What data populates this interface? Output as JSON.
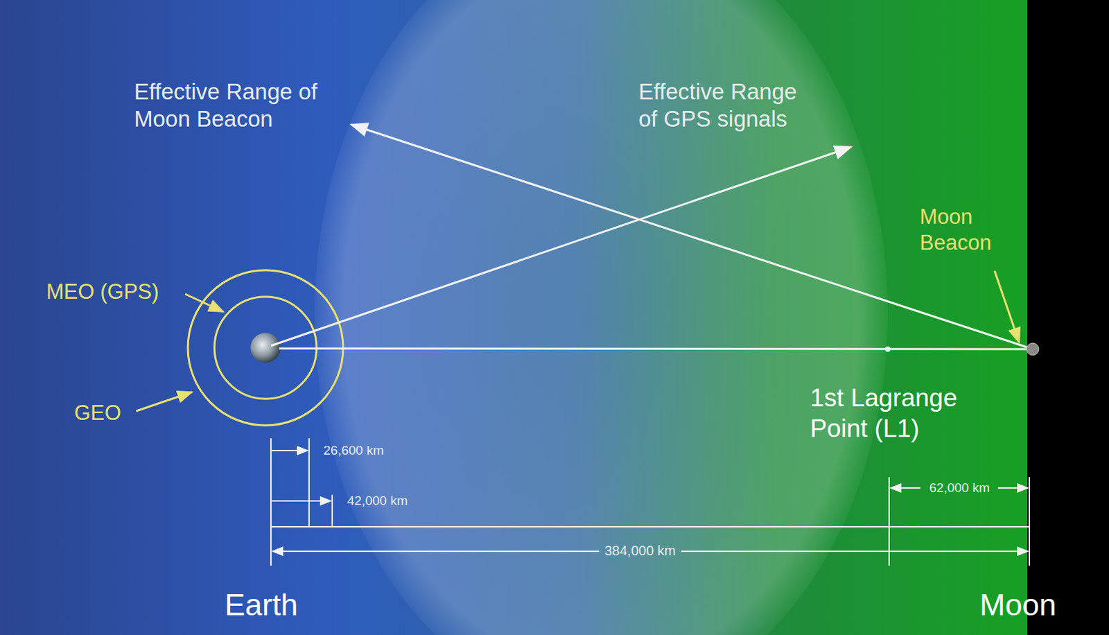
{
  "diagram": {
    "labels": [
      "Effective Range of Moon Beacon",
      "Effective Range of GPS signals",
      "Moon Beacon",
      "MEO (GPS)",
      "GEO",
      "1st Lagrange Point (L1)",
      "26,600 km",
      "42,000 km",
      "62,000 km",
      "384,000 km",
      "Earth",
      "Moon"
    ]
  }
}
